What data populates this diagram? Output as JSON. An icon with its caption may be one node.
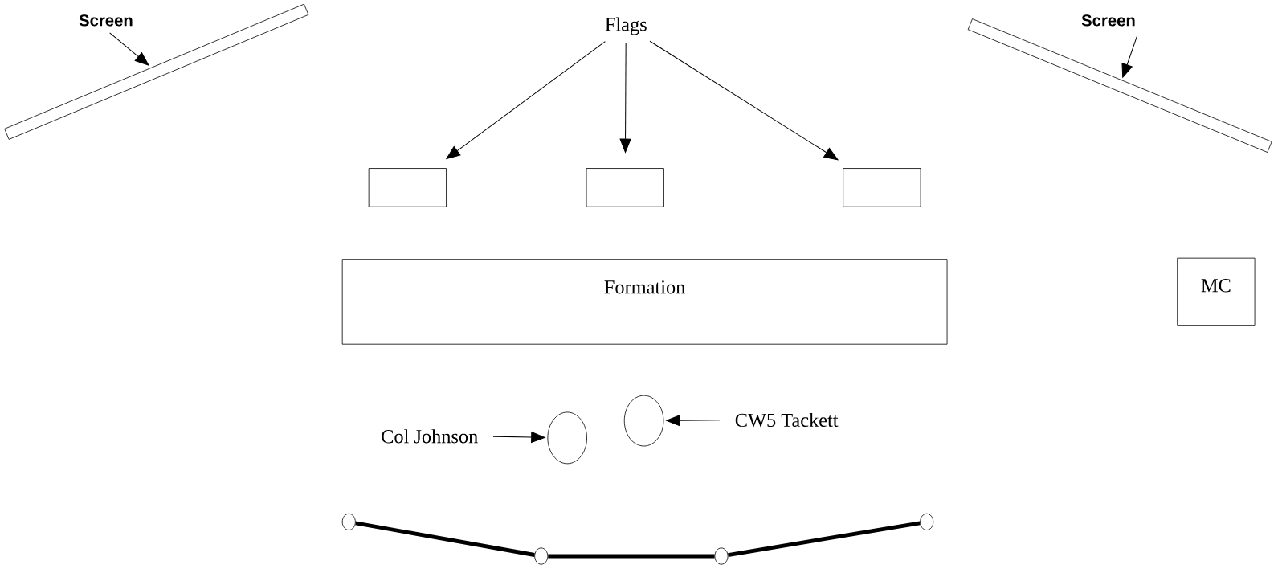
{
  "diagram": {
    "nodes": [
      {
        "text": [
          "Screen"
        ]
      },
      {
        "text": [],
        "shape": "bar"
      },
      {
        "text": [
          "Screen"
        ]
      },
      {
        "text": [],
        "shape": "bar"
      },
      {
        "text": [
          "Flags"
        ]
      },
      {
        "text": [],
        "shape": "box"
      },
      {
        "text": [],
        "shape": "box"
      },
      {
        "text": [],
        "shape": "box"
      },
      {
        "text": [
          "Formation"
        ]
      },
      {
        "text": [
          "MC"
        ]
      },
      {
        "text": [
          "Col Johnson"
        ]
      },
      {
        "text": [],
        "shape": "circle"
      },
      {
        "text": [],
        "shape": "circle"
      },
      {
        "text": [
          "CW5 Tackett"
        ]
      },
      {
        "text": [],
        "shape": "circle"
      },
      {
        "text": [],
        "shape": "circle"
      },
      {
        "text": [],
        "shape": "circle"
      },
      {
        "text": [],
        "shape": "circle"
      }
    ],
    "edges": [
      {
        "from": 0,
        "to": 1,
        "arrow": "to"
      },
      {
        "from": 2,
        "to": 3,
        "arrow": "to"
      },
      {
        "from": 4,
        "to": 5,
        "arrow": "to"
      },
      {
        "from": 4,
        "to": 6,
        "arrow": "to"
      },
      {
        "from": 4,
        "to": 7,
        "arrow": "to"
      },
      {
        "from": 10,
        "to": 11,
        "arrow": "to"
      },
      {
        "from": 13,
        "to": 12,
        "arrow": "to"
      },
      {
        "from": 14,
        "to": 15,
        "arrow": "none",
        "style": "thick"
      },
      {
        "from": 15,
        "to": 16,
        "arrow": "none",
        "style": "thick"
      },
      {
        "from": 16,
        "to": 17,
        "arrow": "none",
        "style": "thick"
      }
    ]
  }
}
